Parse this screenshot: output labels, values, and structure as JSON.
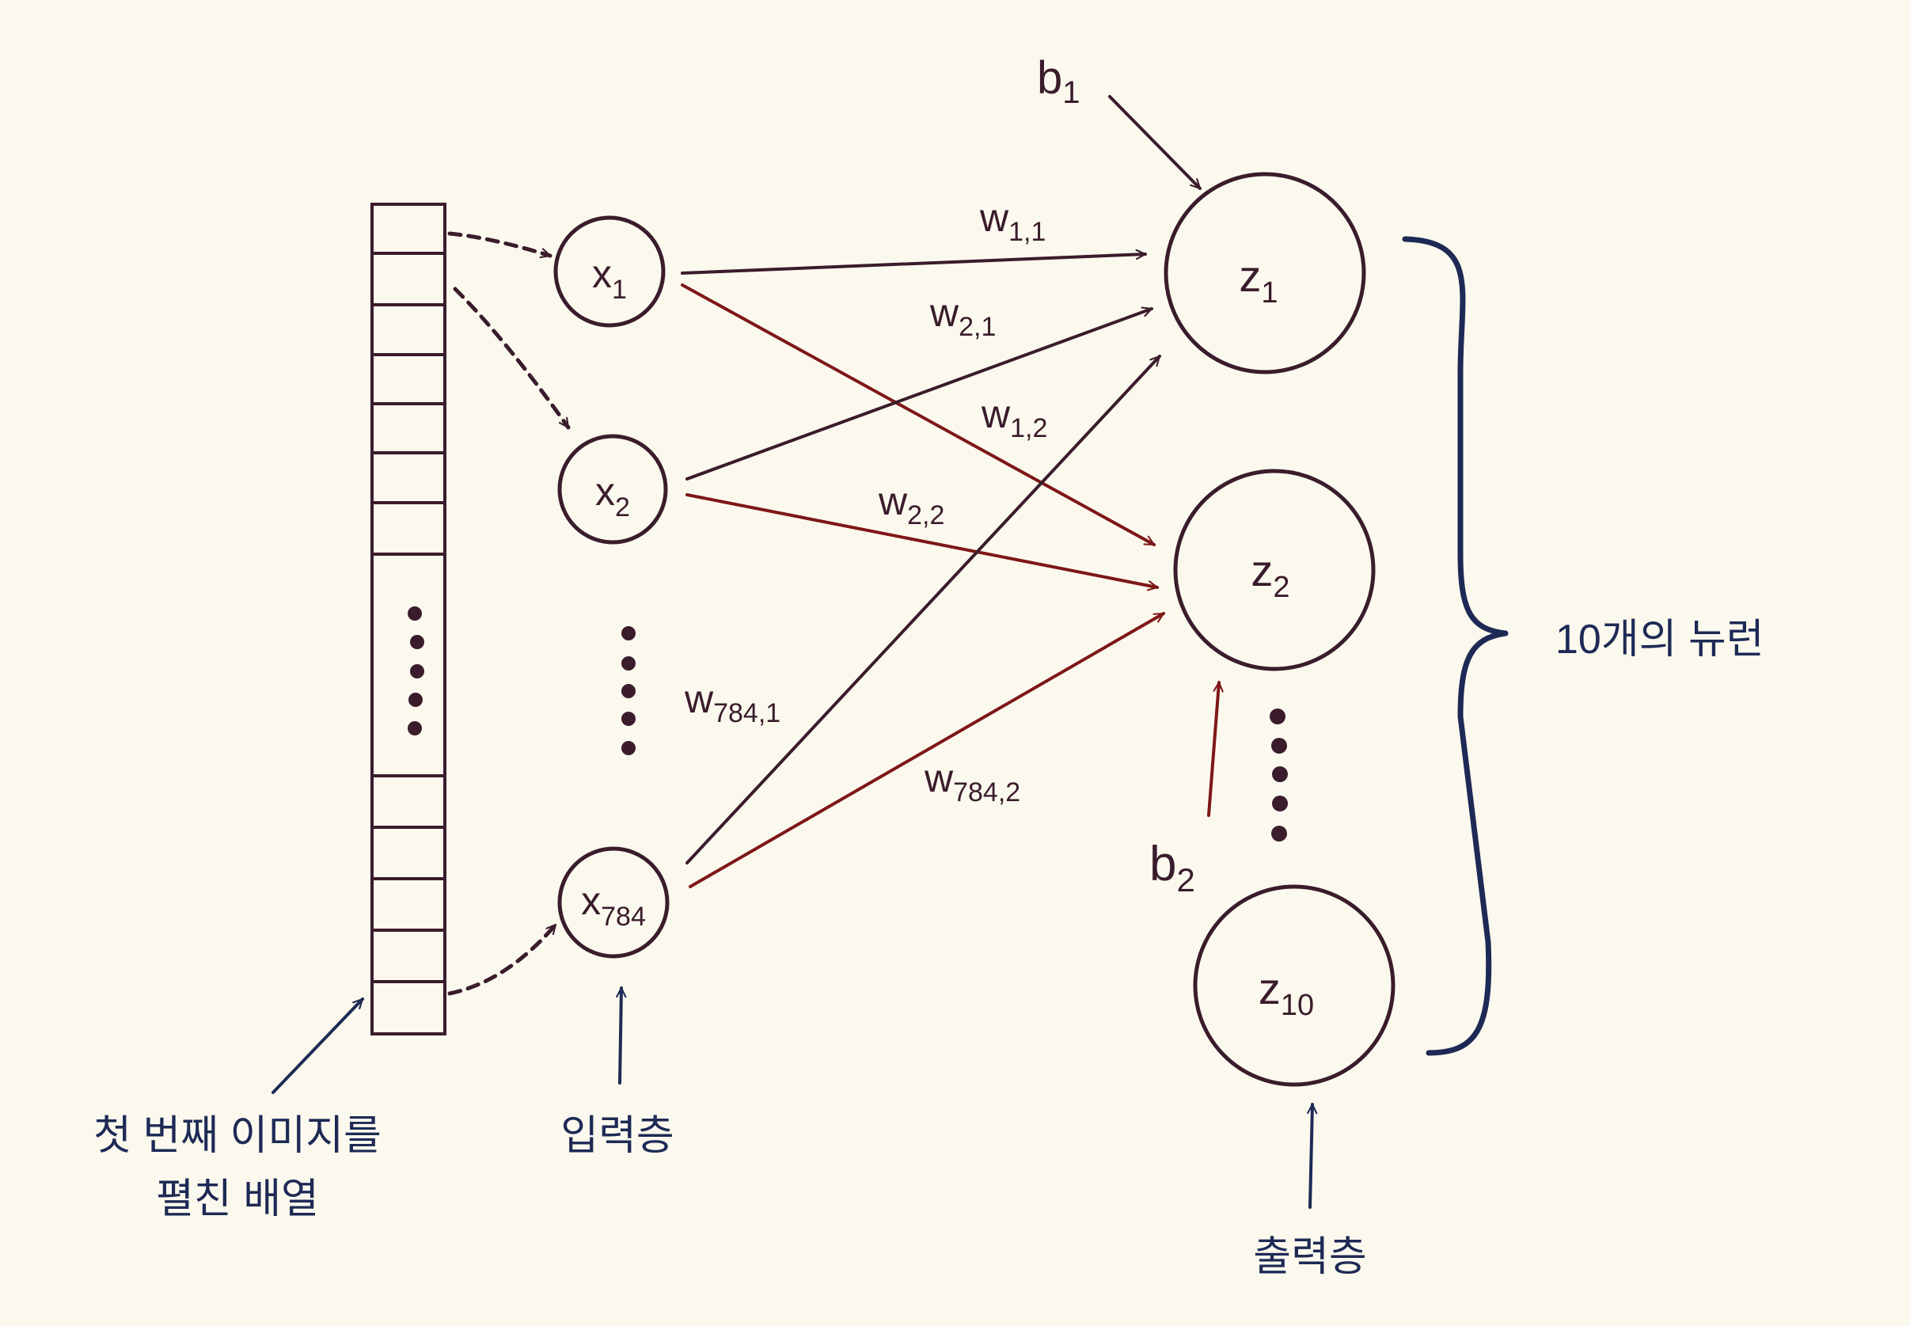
{
  "colors": {
    "paper": "#fbf9ee",
    "ink": "#3a1c2c",
    "red": "#7e1717",
    "navy": "#1e2a55"
  },
  "input_array": {
    "label_line1": "첫 번째 이미지를",
    "label_line2": "펼친 배열"
  },
  "input_layer": {
    "nodes": [
      {
        "base": "x",
        "sub": "1"
      },
      {
        "base": "x",
        "sub": "2"
      },
      {
        "base": "x",
        "sub": "784"
      }
    ],
    "label": "입력층"
  },
  "output_layer": {
    "nodes": [
      {
        "base": "z",
        "sub": "1"
      },
      {
        "base": "z",
        "sub": "2"
      },
      {
        "base": "z",
        "sub": "10"
      }
    ],
    "label": "출력층",
    "brace_label": "10개의 뉴런"
  },
  "biases": [
    {
      "base": "b",
      "sub": "1"
    },
    {
      "base": "b",
      "sub": "2"
    }
  ],
  "weights": [
    {
      "base": "w",
      "sub": "1,1"
    },
    {
      "base": "w",
      "sub": "2,1"
    },
    {
      "base": "w",
      "sub": "1,2"
    },
    {
      "base": "w",
      "sub": "2,2"
    },
    {
      "base": "w",
      "sub": "784,1"
    },
    {
      "base": "w",
      "sub": "784,2"
    }
  ]
}
